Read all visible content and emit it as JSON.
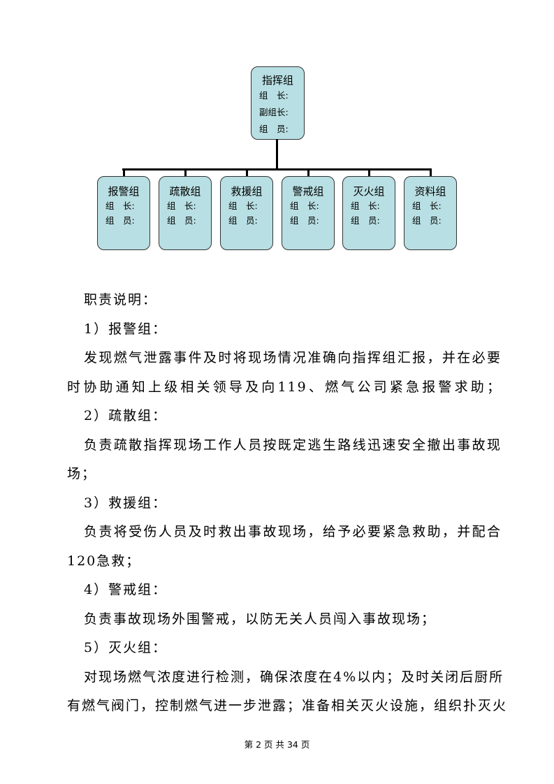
{
  "org_chart": {
    "top": {
      "title": "指挥组",
      "rows": [
        "组　长:",
        "副组长:",
        "组　员:"
      ]
    },
    "groups": [
      {
        "title": "报警组",
        "rows": [
          "组　长:",
          "组　员:"
        ]
      },
      {
        "title": "疏散组",
        "rows": [
          "组　长:",
          "组　员:"
        ]
      },
      {
        "title": "救援组",
        "rows": [
          "组　长:",
          "组　员:"
        ]
      },
      {
        "title": "警戒组",
        "rows": [
          "组　长:",
          "组　员:"
        ]
      },
      {
        "title": "灭火组",
        "rows": [
          "组　长:",
          "组　员:"
        ]
      },
      {
        "title": "资料组",
        "rows": [
          "组　长:",
          "组　员:"
        ]
      }
    ]
  },
  "body": {
    "lines": [
      "职责说明：",
      "1）报警组：",
      "发现燃气泄露事件及时将现场情况准确向指挥组汇报，并在必要",
      "时协助通知上级相关领导及向119、燃气公司紧急报警求助；",
      "2）疏散组：",
      "负责疏散指挥现场工作人员按既定逃生路线迅速安全撤出事故现",
      "场；",
      "3）救援组：",
      "负责将受伤人员及时救出事故现场，给予必要紧急救助，并配合",
      "120急救；",
      "4）警戒组：",
      "负责事故现场外围警戒，以防无关人员闯入事故现场；",
      "5）灭火组：",
      "对现场燃气浓度进行检测，确保浓度在4%以内；及时关闭后厨所",
      "有燃气阀门，控制燃气进一步泄露；准备相关灭火设施，组织扑灭火"
    ]
  },
  "footer": "第 2 页 共 34 页"
}
